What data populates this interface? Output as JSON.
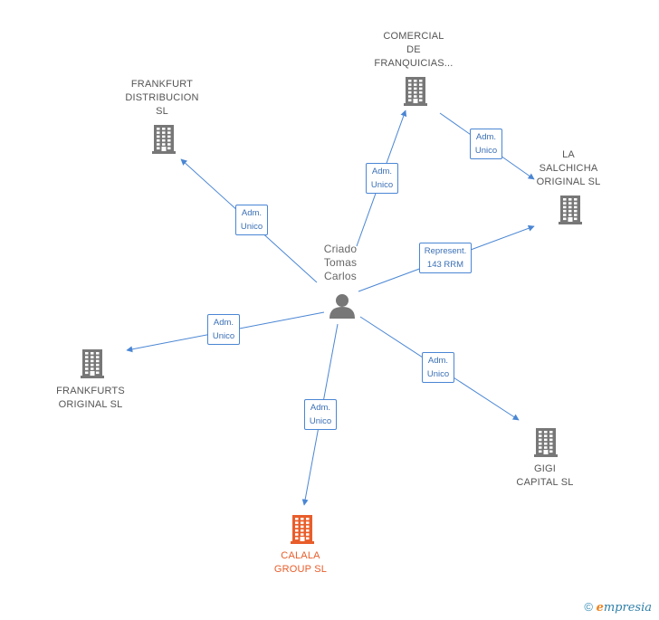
{
  "center": {
    "name": "Criado\nTomas\nCarlos",
    "icon": "person-icon"
  },
  "nodes": [
    {
      "id": "comercial",
      "name": "COMERCIAL\nDE\nFRANQUICIAS...",
      "icon": "building-icon"
    },
    {
      "id": "frankfurt-dist",
      "name": "FRANKFURT\nDISTRIBUCION\nSL",
      "icon": "building-icon"
    },
    {
      "id": "salchicha",
      "name": "LA\nSALCHICHA\nORIGINAL  SL",
      "icon": "building-icon"
    },
    {
      "id": "frankfurts-orig",
      "name": "FRANKFURTS\nORIGINAL  SL",
      "icon": "building-icon"
    },
    {
      "id": "gigi",
      "name": "GIGI\nCAPITAL  SL",
      "icon": "building-icon"
    },
    {
      "id": "calala",
      "name": "CALALA\nGROUP  SL",
      "icon": "building-icon",
      "highlight": true
    }
  ],
  "edges": [
    {
      "from": "center",
      "to": "comercial",
      "label": "Adm.\nUnico"
    },
    {
      "from": "comercial",
      "to": "salchicha",
      "label": "Adm.\nUnico"
    },
    {
      "from": "center",
      "to": "frankfurt-dist",
      "label": "Adm.\nUnico"
    },
    {
      "from": "center",
      "to": "salchicha",
      "label": "Represent.\n143 RRM"
    },
    {
      "from": "center",
      "to": "frankfurts-orig",
      "label": "Adm.\nUnico"
    },
    {
      "from": "center",
      "to": "gigi",
      "label": "Adm.\nUnico"
    },
    {
      "from": "center",
      "to": "calala",
      "label": "Adm.\nUnico"
    }
  ],
  "colors": {
    "node": "#777777",
    "highlight": "#e85d2a",
    "edge": "#4a86d4",
    "edge_text": "#3a6fb5"
  },
  "footer": {
    "copyright": "©",
    "brand_first": "e",
    "brand_rest": "mpresia"
  }
}
